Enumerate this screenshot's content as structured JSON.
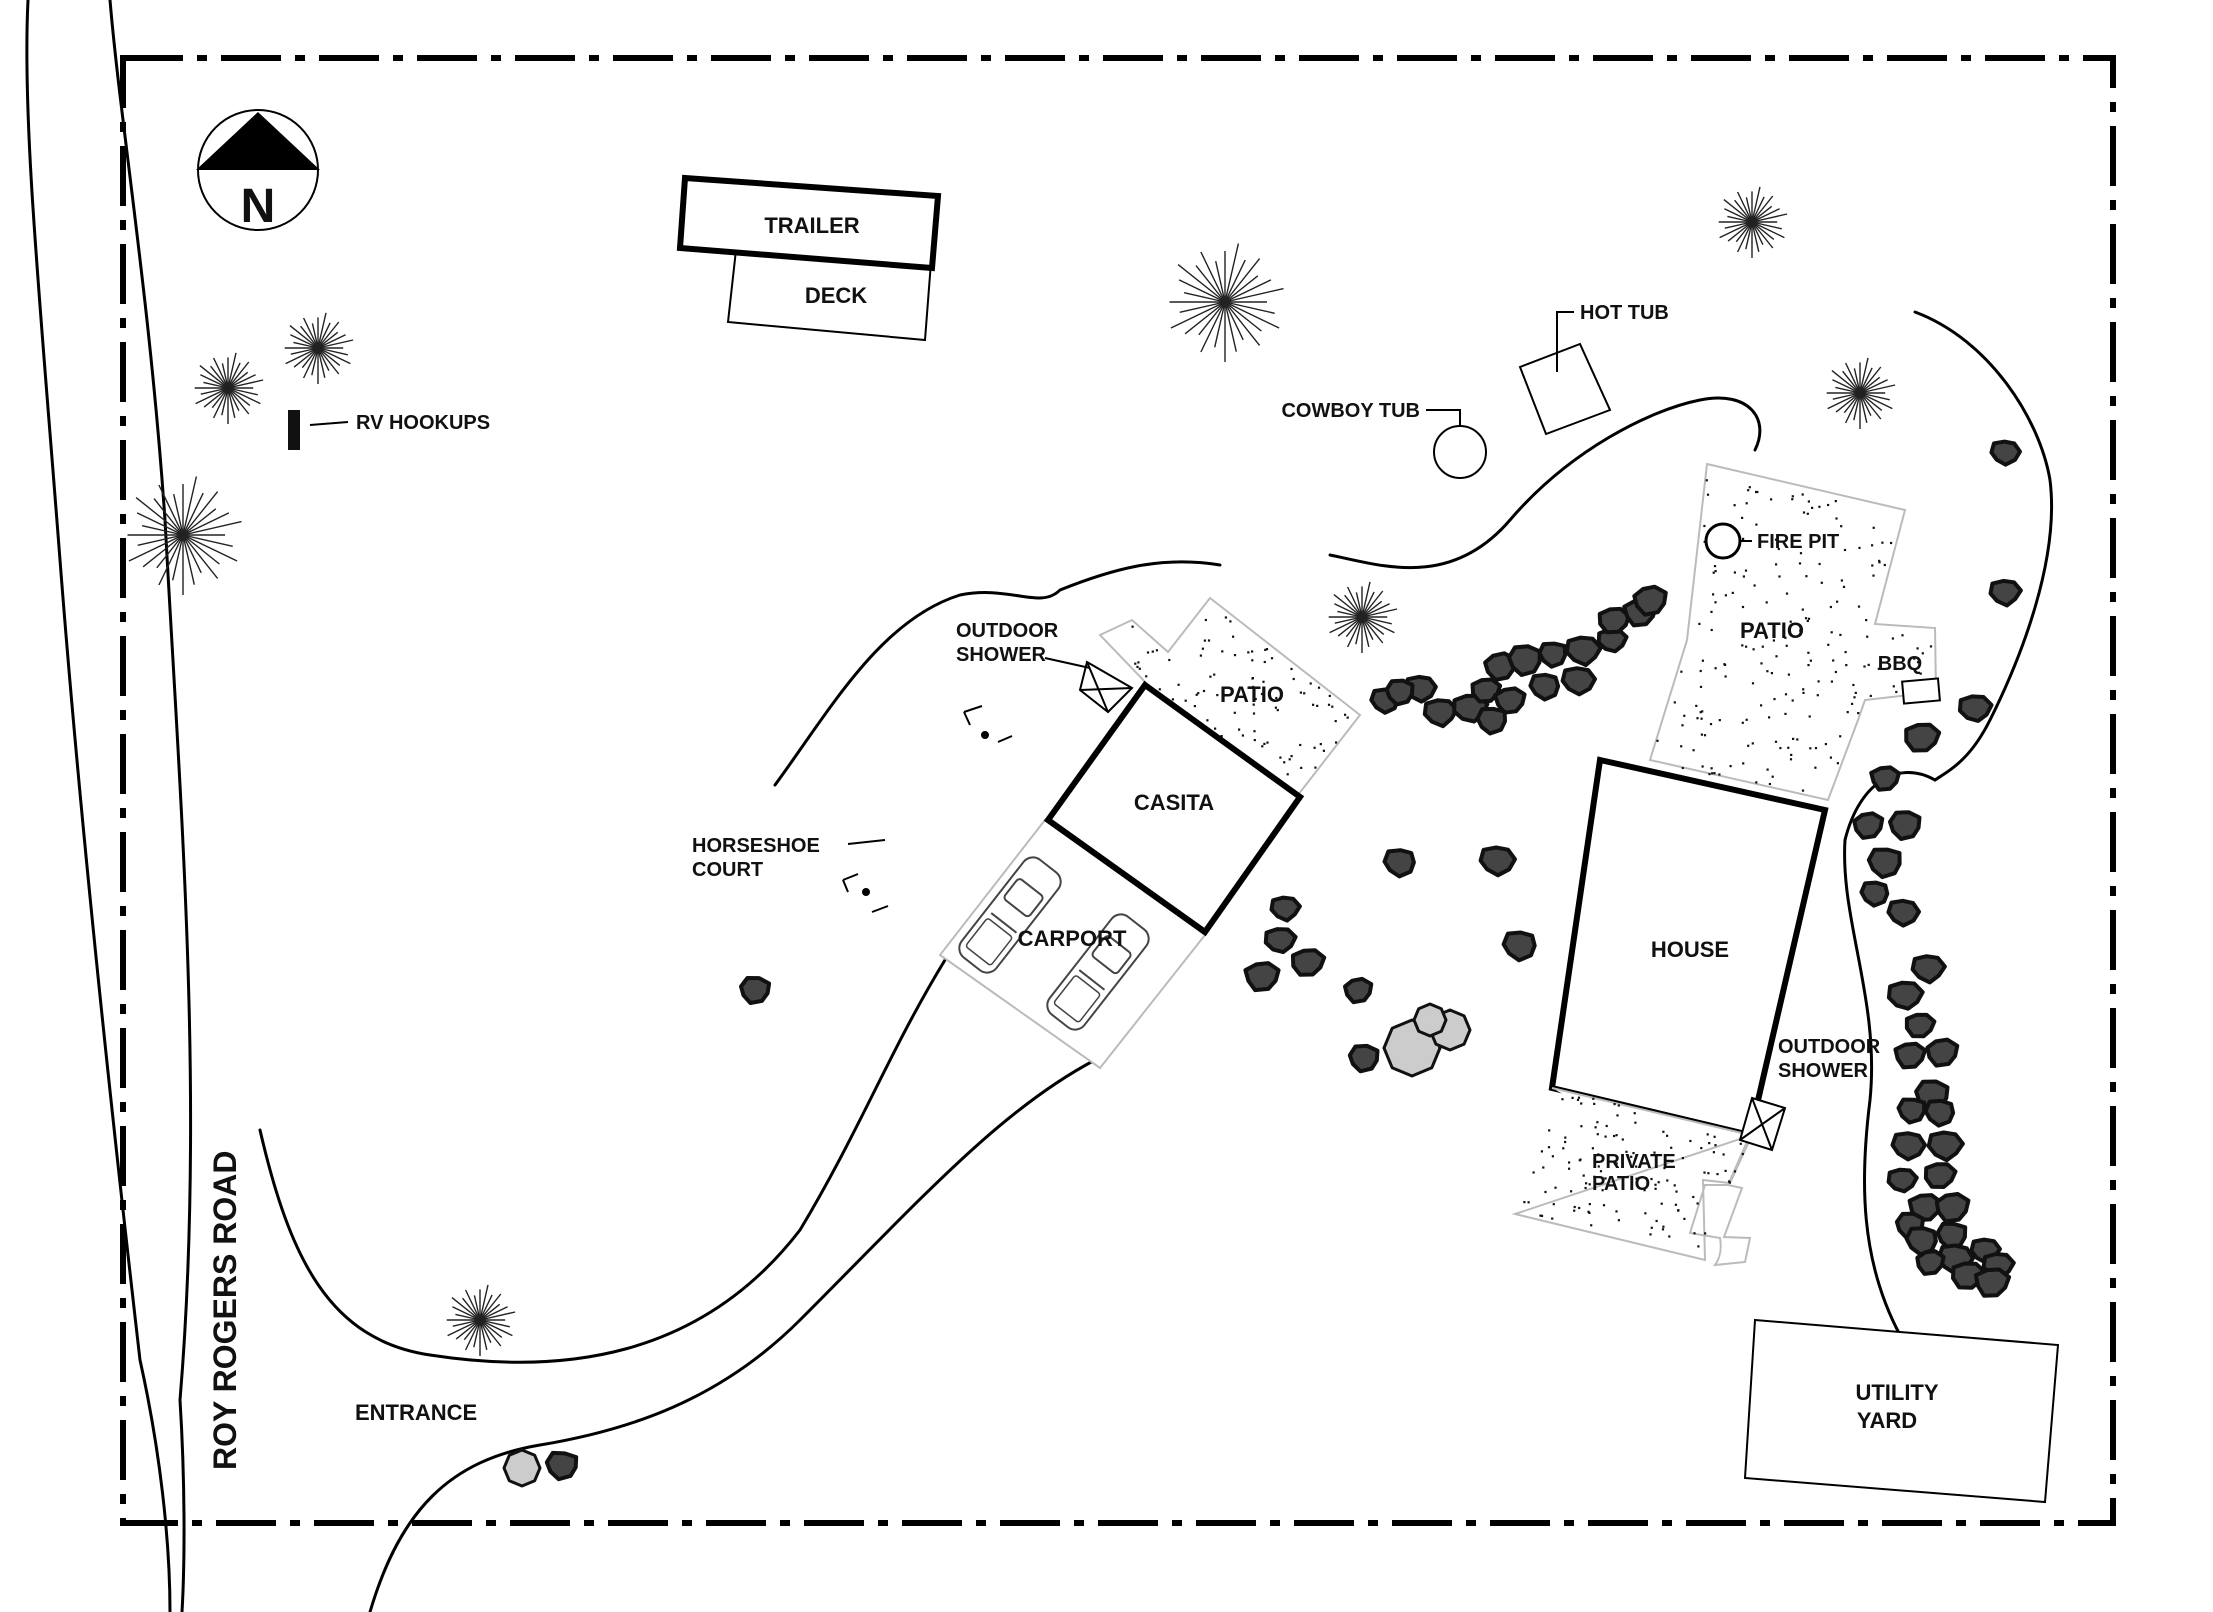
{
  "map": {
    "road_name": "ROY ROGERS ROAD",
    "north_label": "N",
    "entrance": "ENTRANCE",
    "structures": {
      "trailer": "TRAILER",
      "deck": "DECK",
      "casita": "CASITA",
      "carport": "CARPORT",
      "house": "HOUSE",
      "utility_line1": "UTILITY",
      "utility_line2": "YARD"
    },
    "amenities": {
      "rv_hookups": "RV HOOKUPS",
      "hot_tub": "HOT TUB",
      "cowboy_tub": "COWBOY TUB",
      "fire_pit": "FIRE PIT",
      "bbq": "BBQ",
      "patio_casita": "PATIO",
      "patio_house": "PATIO",
      "private_patio_line1": "PRIVATE",
      "private_patio_line2": "PATIO",
      "outdoor_shower_casita_line1": "OUTDOOR",
      "outdoor_shower_casita_line2": "SHOWER",
      "outdoor_shower_house_line1": "OUTDOOR",
      "outdoor_shower_house_line2": "SHOWER",
      "horseshoe_line1": "HORSESHOE",
      "horseshoe_line2": "COURT"
    }
  }
}
